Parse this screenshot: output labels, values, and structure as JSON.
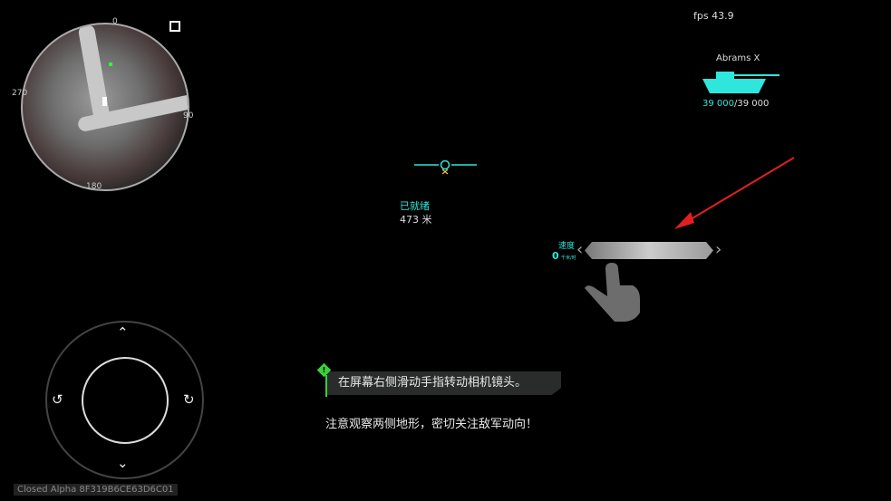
{
  "minimap": {
    "north": "0",
    "east": "90",
    "south": "180",
    "west": "270"
  },
  "hud": {
    "fps": "fps 43.9",
    "tank_name": "Abrams X",
    "hp_current": "39 000",
    "hp_max": "/39 000",
    "status": "已就绪",
    "distance": "473 米"
  },
  "speed": {
    "label": "速度",
    "value": "0",
    "unit": "千米/时"
  },
  "tips": {
    "primary": "在屏幕右侧滑动手指转动相机镜头。",
    "secondary": "注意观察两侧地形，密切关注敌军动向！"
  },
  "build": "Closed Alpha 8F319B6CE63D6C01",
  "colors": {
    "accent": "#2ee6dc",
    "tip": "#3ad13a"
  }
}
